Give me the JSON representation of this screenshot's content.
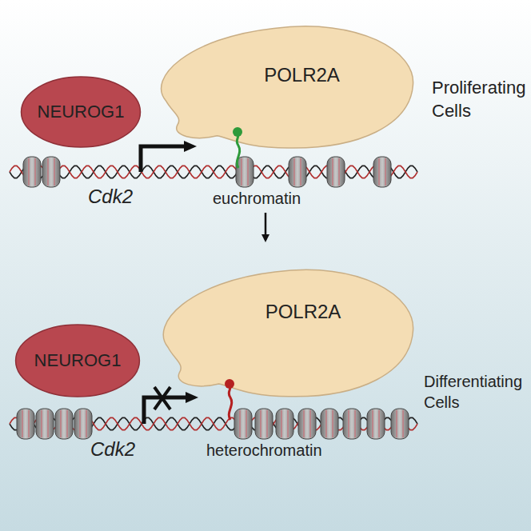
{
  "diagram": {
    "nodes": [
      {
        "text": [
          "NEUROG1"
        ]
      },
      {
        "text": [
          "POLR2A"
        ]
      },
      {
        "text": [
          "NEUROG1"
        ]
      },
      {
        "text": [
          "POLR2A"
        ]
      }
    ],
    "labels": [
      "Proliferating Cells",
      "Cdk2",
      "euchromatin",
      "Differentiating Cells",
      "Cdk2",
      "heterochromatin"
    ]
  }
}
